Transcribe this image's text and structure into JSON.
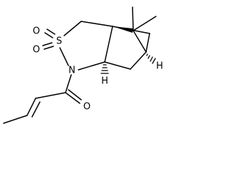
{
  "atoms": {
    "oxygen_sulfonyl_left": "O",
    "sulfur": "S",
    "oxygen_sulfonyl_bottom": "O",
    "nitrogen": "N",
    "oxygen_carbonyl": "O",
    "hydrogen_ring_junction": "H",
    "hydrogen_bridgehead": "H"
  },
  "colors": {
    "bond": "#000000",
    "label": "#000000",
    "background": "#ffffff"
  }
}
